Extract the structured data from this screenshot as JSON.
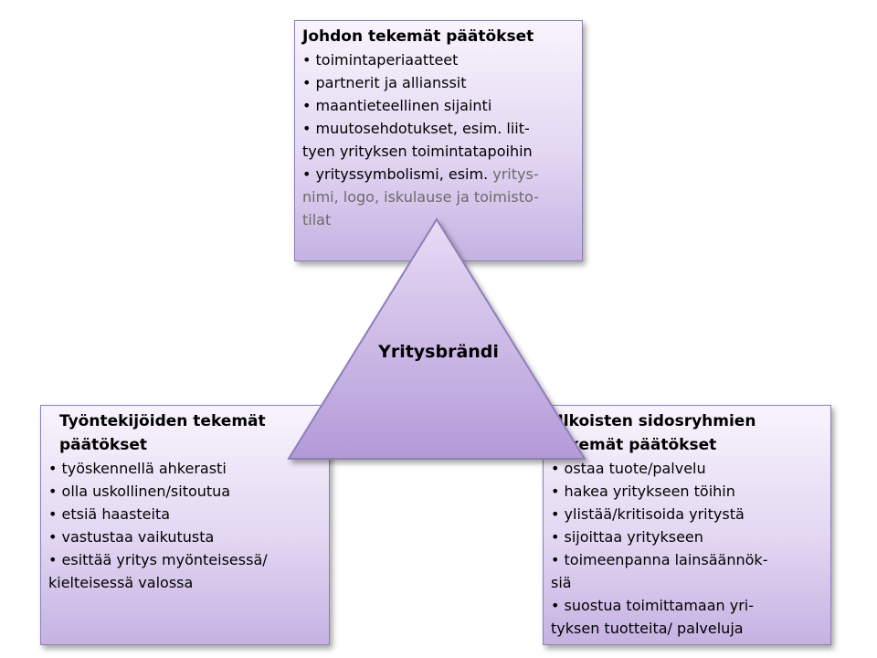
{
  "center": {
    "label": "Yritysbrändi"
  },
  "top_box": {
    "title": "Johdon tekemät päätökset",
    "items": [
      "• toimintaperiaatteet",
      "• partnerit ja allianssit",
      "• maantieteellinen sijainti",
      "• muutosehdotukset, esim.  liit-\ntyen yrityksen toimintatapoihin"
    ],
    "last_item_main": "• yrityssymbolismi, esim. ",
    "last_item_gray": "yritys-\nnimi, logo, iskulause ja toimisto-\ntilat"
  },
  "left_box": {
    "title": "Työntekijöiden tekemät\npäätökset",
    "items": [
      "• työskennellä ahkerasti",
      "• olla uskollinen/sitoutua",
      "• etsiä haasteita",
      "• vastustaa vaikutusta",
      "• esittää yritys myönteisessä/\nkielteisessä valossa"
    ]
  },
  "right_box": {
    "title": "Ulkoisten sidosryhmien\ntekemät päätökset",
    "items": [
      "• ostaa tuote/palvelu",
      "• hakea yritykseen töihin",
      "• ylistää/kritisoida yritystä",
      "• sijoittaa yritykseen",
      "• toimeenpanna lainsäännök-\nsiä",
      "• suostua toimittamaan yri-\ntyksen tuotteita/ palveluja"
    ]
  },
  "colors": {
    "box_border": "#8d7fb8",
    "box_fill_light": "#f8f4fd",
    "box_fill_dark": "#c5b2e2",
    "triangle_fill_light": "#e8dcf5",
    "triangle_fill_dark": "#b39ad8",
    "secondary_text": "#6b6b6b"
  }
}
